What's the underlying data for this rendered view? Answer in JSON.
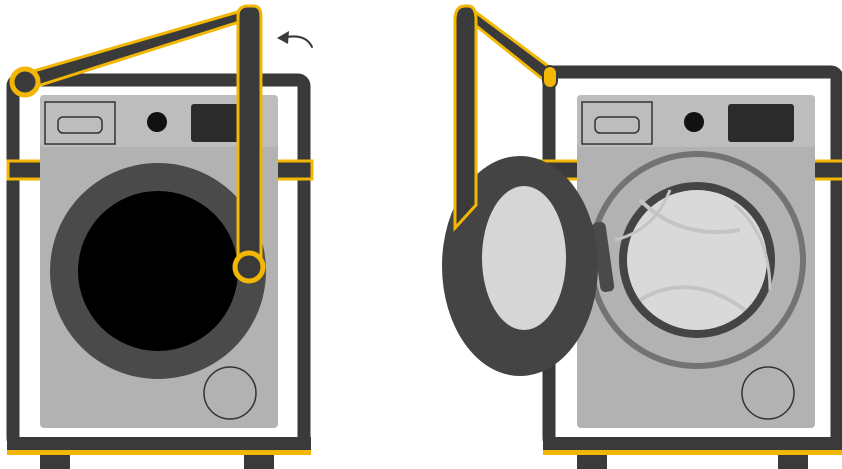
{
  "colors": {
    "frame": "#3a3a3a",
    "accent": "#f2b705",
    "accent_dark": "#d9a400",
    "machine_body": "#b2b2b2",
    "machine_panel": "#bdbdbd",
    "door_ring": "#4a4a4a",
    "porthole_closed": "#000000",
    "display": "#2b2b2b",
    "knob": "#111111",
    "door_glass": "#d6d6d6",
    "drum_glass": "#d9d9d9",
    "drum_ring": "#737373",
    "gasket": "#444444",
    "background": "#ffffff"
  },
  "icons": {
    "rotate_arrow": "curved-arrow-left-icon"
  },
  "scenes": [
    {
      "state": "closed",
      "door": "closed"
    },
    {
      "state": "open",
      "door": "open"
    }
  ]
}
